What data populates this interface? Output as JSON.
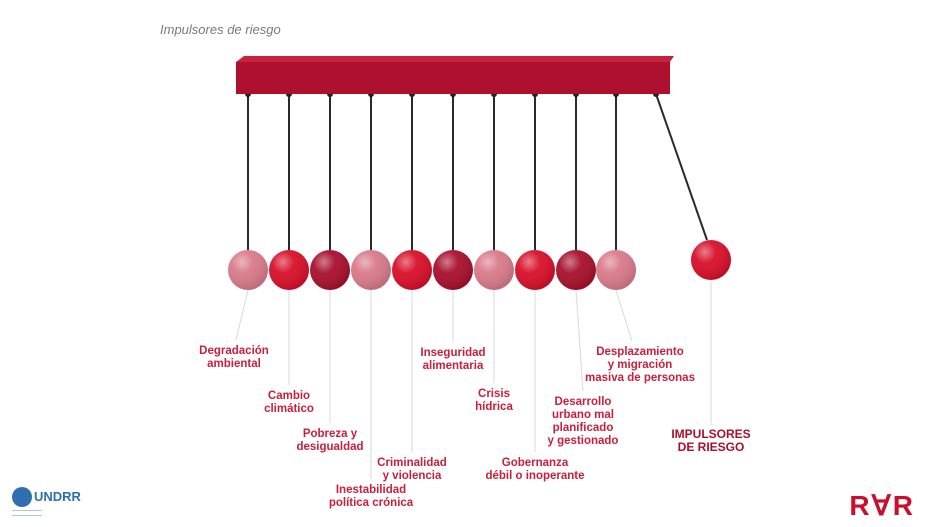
{
  "diagram": {
    "title": "Impulsores de riesgo",
    "colors": {
      "bar": "#b0102f",
      "dark": "#a8102d",
      "red": "#d8102a",
      "pink": "#d97a8a"
    },
    "balls": [
      {
        "label": "Degradación\nambiental",
        "color": "pink"
      },
      {
        "label": "Cambio\nclimático",
        "color": "red"
      },
      {
        "label": "Pobreza y\ndesigualdad",
        "color": "dark"
      },
      {
        "label": "Inestabilidad\npolítica crónica",
        "color": "pink"
      },
      {
        "label": "Criminalidad\ny violencia",
        "color": "red"
      },
      {
        "label": "Inseguridad\nalimentaria",
        "color": "dark"
      },
      {
        "label": "Crisis\nhídrica",
        "color": "pink"
      },
      {
        "label": "Gobernanza\ndébil o inoperante",
        "color": "red"
      },
      {
        "label": "Desarrollo\nurbano mal\nplanificado\ny gestionado",
        "color": "dark"
      },
      {
        "label": "Desplazamiento\ny migración\nmasiva de personas",
        "color": "pink"
      }
    ],
    "swing_ball": {
      "label": "IMPULSORES\nDE RIESGO",
      "color": "red"
    }
  },
  "logos": {
    "left_name": "UNDRR",
    "left_icon": "un-emblem-icon",
    "right_name": "RAR"
  }
}
